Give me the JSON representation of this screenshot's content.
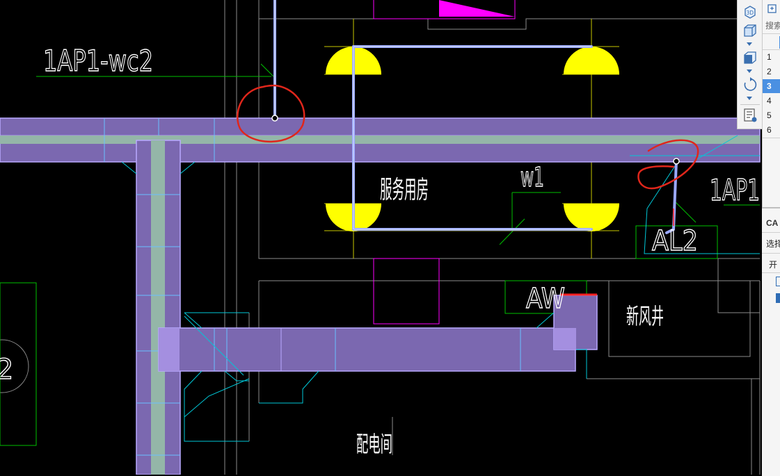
{
  "drawing": {
    "labels": {
      "panel_1ap1_wc2": "1AP1-wc2",
      "room_service": "服务用房",
      "circuit_w1": "w1",
      "panel_1ap1": "1AP1",
      "panel_al2": "AL2",
      "panel_aw": "AW",
      "room_fresh_air": "新风井",
      "room_power": "配电间",
      "circle_number": "2"
    },
    "colors": {
      "background": "#000000",
      "tray": "#7b68b0",
      "tray_edge": "#b9a9ff",
      "pipe": "#94b6a8",
      "lamp": "#ffff00",
      "wire": "#9aa8ff",
      "magenta": "#ff00ff",
      "annotation": "#e0261b",
      "cyan": "#00c8d8",
      "green": "#00c000",
      "wall": "#8c8c8c"
    }
  },
  "toolbar": {
    "items": [
      {
        "icon": "3d-view-icon",
        "label": "3D"
      },
      {
        "icon": "cube-icon"
      },
      {
        "icon": "cube-front-icon"
      },
      {
        "icon": "rotate-icon"
      },
      {
        "icon": "layer-list-icon"
      }
    ]
  },
  "side_panel": {
    "search_placeholder": "搜索",
    "rows": [
      "1",
      "2",
      "3",
      "4",
      "5",
      "6"
    ],
    "selected_row": "3",
    "section2": {
      "title": "CA",
      "select_label": "选择",
      "open_label": "开"
    }
  }
}
